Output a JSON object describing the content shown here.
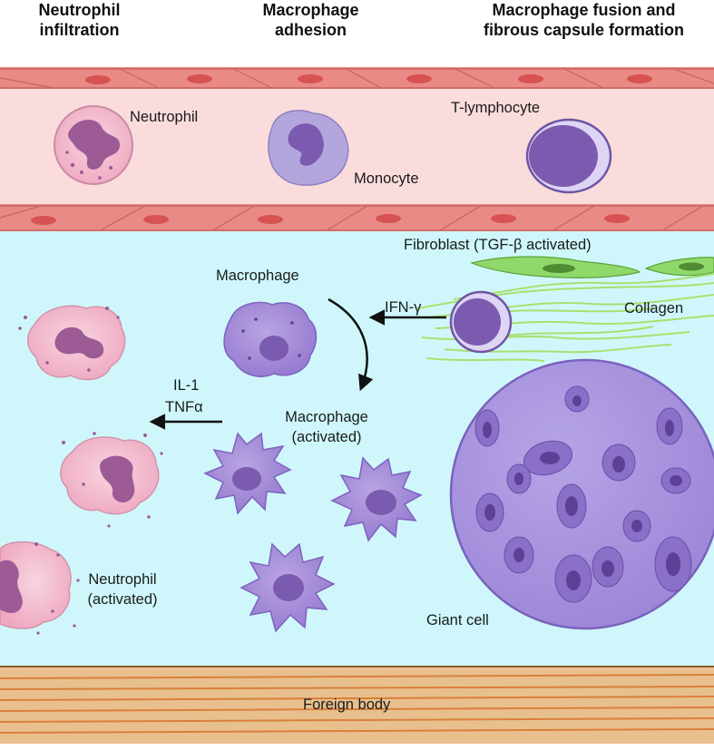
{
  "headers": {
    "col1": [
      "Neutrophil",
      "infiltration"
    ],
    "col2": [
      "Macrophage",
      "adhesion"
    ],
    "col3": [
      "Macrophage fusion and",
      "fibrous capsule formation"
    ]
  },
  "labels": {
    "neutrophil": "Neutrophil",
    "monocyte": "Monocyte",
    "t_lymphocyte": "T-lymphocyte",
    "fibroblast": "Fibroblast (TGF-β activated)",
    "macrophage": "Macrophage",
    "ifn_gamma": "IFN-γ",
    "collagen": "Collagen",
    "il1": "IL-1",
    "tnf_alpha": "TNFα",
    "macrophage_activated": [
      "Macrophage",
      "(activated)"
    ],
    "neutrophil_activated": [
      "Neutrophil",
      "(activated)"
    ],
    "giant_cell": "Giant cell",
    "foreign_body": "Foreign body"
  },
  "colors": {
    "vessel_lumen": "#fbdcdc",
    "endothelium": "#e57a78",
    "tissue": "#cff7fb",
    "foreign_body": "#e7c08e",
    "foreign_body_lines": "#d9803a",
    "neutrophil": "#f4bccd",
    "neutrophil_nucleus": "#9c5b95",
    "macrophage": "#a98fd6",
    "macrophage_nucleus": "#7a5bb0",
    "giant_cell": "#a793dc",
    "fibroblast": "#8fd86a",
    "collagen": "#a9e06f"
  }
}
